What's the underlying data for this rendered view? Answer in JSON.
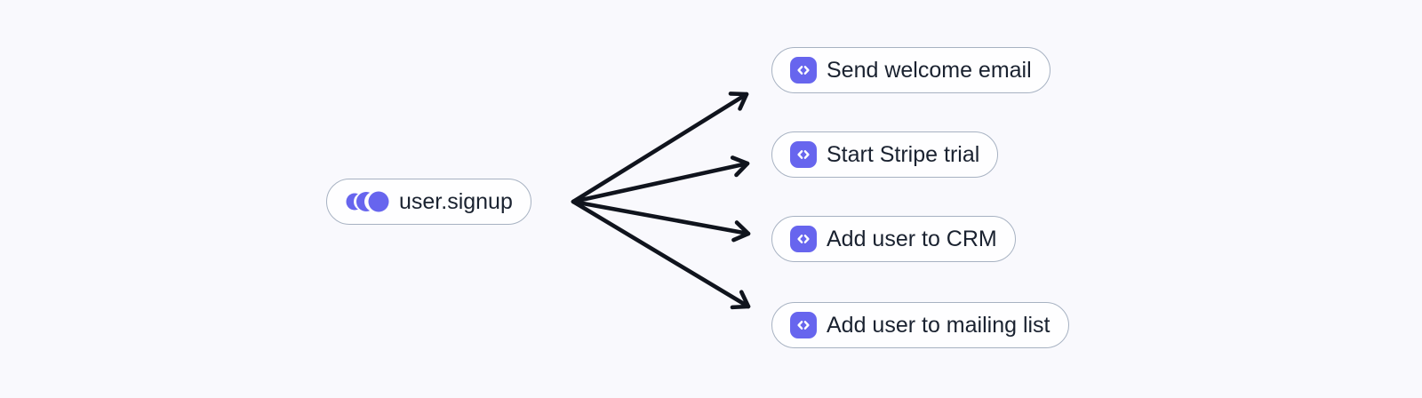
{
  "diagram": {
    "type": "event-fanout-workflow",
    "theme": {
      "background": "#f9f9fd",
      "node_fill": "#fefeff",
      "node_border": "#a7b2c2",
      "text_color": "#1a2230",
      "accent_purple": "#6765ee",
      "arrow_color": "#10141d"
    },
    "event": {
      "label": "user.signup",
      "icon": "event-pulse-icon"
    },
    "jobs": [
      {
        "label": "Send welcome email",
        "icon": "code-icon"
      },
      {
        "label": "Start Stripe trial",
        "icon": "code-icon"
      },
      {
        "label": "Add user to CRM",
        "icon": "code-icon"
      },
      {
        "label": "Add user to mailing list",
        "icon": "code-icon"
      }
    ],
    "edges": [
      {
        "from": "user.signup",
        "to": "Send welcome email"
      },
      {
        "from": "user.signup",
        "to": "Start Stripe trial"
      },
      {
        "from": "user.signup",
        "to": "Add user to CRM"
      },
      {
        "from": "user.signup",
        "to": "Add user to mailing list"
      }
    ]
  }
}
